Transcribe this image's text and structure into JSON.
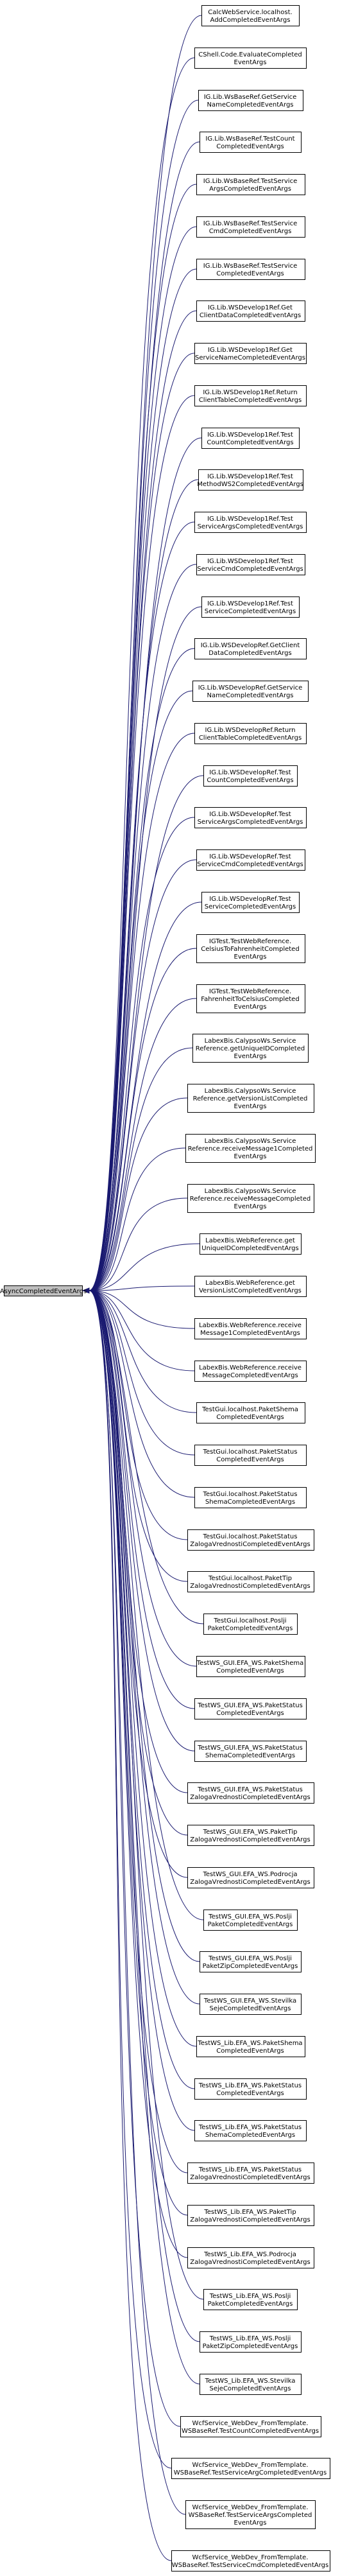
{
  "graph": {
    "base_class": [
      "AsyncCompletedEventArgs"
    ],
    "derived_classes": [
      [
        "CalcWebService.localhost.",
        "AddCompletedEventArgs"
      ],
      [
        "CShell.Code.EvaluateCompleted",
        "EventArgs"
      ],
      [
        "IG.Lib.WsBaseRef.GetService",
        "NameCompletedEventArgs"
      ],
      [
        "IG.Lib.WsBaseRef.TestCount",
        "CompletedEventArgs"
      ],
      [
        "IG.Lib.WsBaseRef.TestService",
        "ArgsCompletedEventArgs"
      ],
      [
        "IG.Lib.WsBaseRef.TestService",
        "CmdCompletedEventArgs"
      ],
      [
        "IG.Lib.WsBaseRef.TestService",
        "CompletedEventArgs"
      ],
      [
        "IG.Lib.WSDevelop1Ref.Get",
        "ClientDataCompletedEventArgs"
      ],
      [
        "IG.Lib.WSDevelop1Ref.Get",
        "ServiceNameCompletedEventArgs"
      ],
      [
        "IG.Lib.WSDevelop1Ref.Return",
        "ClientTableCompletedEventArgs"
      ],
      [
        "IG.Lib.WSDevelop1Ref.Test",
        "CountCompletedEventArgs"
      ],
      [
        "IG.Lib.WSDevelop1Ref.Test",
        "MethodWS2CompletedEventArgs"
      ],
      [
        "IG.Lib.WSDevelop1Ref.Test",
        "ServiceArgsCompletedEventArgs"
      ],
      [
        "IG.Lib.WSDevelop1Ref.Test",
        "ServiceCmdCompletedEventArgs"
      ],
      [
        "IG.Lib.WSDevelop1Ref.Test",
        "ServiceCompletedEventArgs"
      ],
      [
        "IG.Lib.WSDevelopRef.GetClient",
        "DataCompletedEventArgs"
      ],
      [
        "IG.Lib.WSDevelopRef.GetService",
        "NameCompletedEventArgs"
      ],
      [
        "IG.Lib.WSDevelopRef.Return",
        "ClientTableCompletedEventArgs"
      ],
      [
        "IG.Lib.WSDevelopRef.Test",
        "CountCompletedEventArgs"
      ],
      [
        "IG.Lib.WSDevelopRef.Test",
        "ServiceArgsCompletedEventArgs"
      ],
      [
        "IG.Lib.WSDevelopRef.Test",
        "ServiceCmdCompletedEventArgs"
      ],
      [
        "IG.Lib.WSDevelopRef.Test",
        "ServiceCompletedEventArgs"
      ],
      [
        "IGTest.TestWebReference.",
        "CelsiusToFahrenheitCompleted",
        "EventArgs"
      ],
      [
        "IGTest.TestWebReference.",
        "FahrenheitToCelsiusCompleted",
        "EventArgs"
      ],
      [
        "LabexBis.CalypsoWs.Service",
        "Reference.getUniqueIDCompleted",
        "EventArgs"
      ],
      [
        "LabexBis.CalypsoWs.Service",
        "Reference.getVersionListCompleted",
        "EventArgs"
      ],
      [
        "LabexBis.CalypsoWs.Service",
        "Reference.receiveMessage1Completed",
        "EventArgs"
      ],
      [
        "LabexBis.CalypsoWs.Service",
        "Reference.receiveMessageCompleted",
        "EventArgs"
      ],
      [
        "LabexBis.WebReference.get",
        "UniqueIDCompletedEventArgs"
      ],
      [
        "LabexBis.WebReference.get",
        "VersionListCompletedEventArgs"
      ],
      [
        "LabexBis.WebReference.receive",
        "Message1CompletedEventArgs"
      ],
      [
        "LabexBis.WebReference.receive",
        "MessageCompletedEventArgs"
      ],
      [
        "TestGui.localhost.PaketShema",
        "CompletedEventArgs"
      ],
      [
        "TestGui.localhost.PaketStatus",
        "CompletedEventArgs"
      ],
      [
        "TestGui.localhost.PaketStatus",
        "ShemaCompletedEventArgs"
      ],
      [
        "TestGui.localhost.PaketStatus",
        "ZalogaVrednostiCompletedEventArgs"
      ],
      [
        "TestGui.localhost.PaketTip",
        "ZalogaVrednostiCompletedEventArgs"
      ],
      [
        "TestGui.localhost.Poslji",
        "PaketCompletedEventArgs"
      ],
      [
        "TestWS_GUI.EFA_WS.PaketShema",
        "CompletedEventArgs"
      ],
      [
        "TestWS_GUI.EFA_WS.PaketStatus",
        "CompletedEventArgs"
      ],
      [
        "TestWS_GUI.EFA_WS.PaketStatus",
        "ShemaCompletedEventArgs"
      ],
      [
        "TestWS_GUI.EFA_WS.PaketStatus",
        "ZalogaVrednostiCompletedEventArgs"
      ],
      [
        "TestWS_GUI.EFA_WS.PaketTip",
        "ZalogaVrednostiCompletedEventArgs"
      ],
      [
        "TestWS_GUI.EFA_WS.Podrocja",
        "ZalogaVrednostiCompletedEventArgs"
      ],
      [
        "TestWS_GUI.EFA_WS.Poslji",
        "PaketCompletedEventArgs"
      ],
      [
        "TestWS_GUI.EFA_WS.Poslji",
        "PaketZipCompletedEventArgs"
      ],
      [
        "TestWS_GUI.EFA_WS.Stevilka",
        "SejeCompletedEventArgs"
      ],
      [
        "TestWS_Lib.EFA_WS.PaketShema",
        "CompletedEventArgs"
      ],
      [
        "TestWS_Lib.EFA_WS.PaketStatus",
        "CompletedEventArgs"
      ],
      [
        "TestWS_Lib.EFA_WS.PaketStatus",
        "ShemaCompletedEventArgs"
      ],
      [
        "TestWS_Lib.EFA_WS.PaketStatus",
        "ZalogaVrednostiCompletedEventArgs"
      ],
      [
        "TestWS_Lib.EFA_WS.PaketTip",
        "ZalogaVrednostiCompletedEventArgs"
      ],
      [
        "TestWS_Lib.EFA_WS.Podrocja",
        "ZalogaVrednostiCompletedEventArgs"
      ],
      [
        "TestWS_Lib.EFA_WS.Poslji",
        "PaketCompletedEventArgs"
      ],
      [
        "TestWS_Lib.EFA_WS.Poslji",
        "PaketZipCompletedEventArgs"
      ],
      [
        "TestWS_Lib.EFA_WS.Stevilka",
        "SejeCompletedEventArgs"
      ],
      [
        "WcfService_WebDev_FromTemplate.",
        "WSBaseRef.TestCountCompletedEventArgs"
      ],
      [
        "WcfService_WebDev_FromTemplate.",
        "WSBaseRef.TestServiceArgCompletedEventArgs"
      ],
      [
        "WcfService_WebDev_FromTemplate.",
        "WSBaseRef.TestServiceArgsCompleted",
        "EventArgs"
      ],
      [
        "WcfService_WebDev_FromTemplate.",
        "WSBaseRef.TestServiceCmdCompletedEventArgs"
      ]
    ]
  }
}
